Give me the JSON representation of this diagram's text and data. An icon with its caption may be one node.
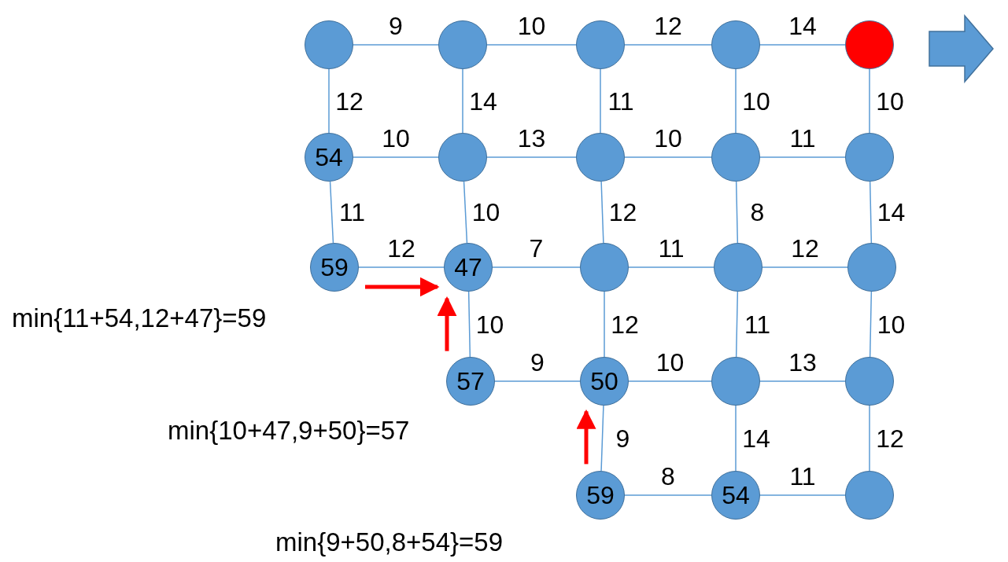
{
  "diagram": {
    "nodes": [
      {
        "text": [],
        "shape": "circle"
      },
      {
        "text": [],
        "shape": "circle"
      },
      {
        "text": [],
        "shape": "circle"
      },
      {
        "text": [],
        "shape": "circle"
      },
      {
        "text": [],
        "shape": "circle"
      },
      {
        "text": [
          "54"
        ]
      },
      {
        "text": [],
        "shape": "circle"
      },
      {
        "text": [],
        "shape": "circle"
      },
      {
        "text": [],
        "shape": "circle"
      },
      {
        "text": [],
        "shape": "circle"
      },
      {
        "text": [
          "59"
        ]
      },
      {
        "text": [
          "47"
        ]
      },
      {
        "text": [],
        "shape": "circle"
      },
      {
        "text": [],
        "shape": "circle"
      },
      {
        "text": [],
        "shape": "circle"
      },
      {
        "text": [
          "57"
        ]
      },
      {
        "text": [
          "50"
        ]
      },
      {
        "text": [],
        "shape": "circle"
      },
      {
        "text": [],
        "shape": "circle"
      },
      {
        "text": [
          "59"
        ]
      },
      {
        "text": [
          "54"
        ]
      },
      {
        "text": [],
        "shape": "circle"
      }
    ],
    "edges": [
      {
        "from": 0,
        "to": 1,
        "arrow": "none",
        "label": "9"
      },
      {
        "from": 1,
        "to": 2,
        "arrow": "none",
        "label": "10"
      },
      {
        "from": 2,
        "to": 3,
        "arrow": "none",
        "label": "12"
      },
      {
        "from": 3,
        "to": 4,
        "arrow": "none",
        "label": "14"
      },
      {
        "from": 0,
        "to": 5,
        "arrow": "none",
        "label": "12"
      },
      {
        "from": 1,
        "to": 6,
        "arrow": "none",
        "label": "14"
      },
      {
        "from": 2,
        "to": 7,
        "arrow": "none",
        "label": "11"
      },
      {
        "from": 3,
        "to": 8,
        "arrow": "none",
        "label": "10"
      },
      {
        "from": 4,
        "to": 9,
        "arrow": "none",
        "label": "10"
      },
      {
        "from": 5,
        "to": 6,
        "arrow": "none",
        "label": "10"
      },
      {
        "from": 6,
        "to": 7,
        "arrow": "none",
        "label": "13"
      },
      {
        "from": 7,
        "to": 8,
        "arrow": "none",
        "label": "10"
      },
      {
        "from": 8,
        "to": 9,
        "arrow": "none",
        "label": "11"
      },
      {
        "from": 5,
        "to": 10,
        "arrow": "none",
        "label": "11"
      },
      {
        "from": 6,
        "to": 11,
        "arrow": "none",
        "label": "10"
      },
      {
        "from": 7,
        "to": 12,
        "arrow": "none",
        "label": "12"
      },
      {
        "from": 8,
        "to": 13,
        "arrow": "none",
        "label": "8"
      },
      {
        "from": 9,
        "to": 14,
        "arrow": "none",
        "label": "14"
      },
      {
        "from": 10,
        "to": 11,
        "arrow": "none",
        "label": "12"
      },
      {
        "from": 11,
        "to": 12,
        "arrow": "none",
        "label": "7"
      },
      {
        "from": 12,
        "to": 13,
        "arrow": "none",
        "label": "11"
      },
      {
        "from": 13,
        "to": 14,
        "arrow": "none",
        "label": "12"
      },
      {
        "from": 11,
        "to": 15,
        "arrow": "none",
        "label": "10"
      },
      {
        "from": 12,
        "to": 16,
        "arrow": "none",
        "label": "12"
      },
      {
        "from": 13,
        "to": 17,
        "arrow": "none",
        "label": "11"
      },
      {
        "from": 14,
        "to": 18,
        "arrow": "none",
        "label": "10"
      },
      {
        "from": 15,
        "to": 16,
        "arrow": "none",
        "label": "9"
      },
      {
        "from": 16,
        "to": 17,
        "arrow": "none",
        "label": "10"
      },
      {
        "from": 17,
        "to": 18,
        "arrow": "none",
        "label": "13"
      },
      {
        "from": 16,
        "to": 19,
        "arrow": "none",
        "label": "9"
      },
      {
        "from": 17,
        "to": 20,
        "arrow": "none",
        "label": "14"
      },
      {
        "from": 18,
        "to": 21,
        "arrow": "none",
        "label": "12"
      },
      {
        "from": 19,
        "to": 20,
        "arrow": "none",
        "label": "8"
      },
      {
        "from": 20,
        "to": 21,
        "arrow": "none",
        "label": "11"
      },
      {
        "from": 10,
        "to": 11,
        "arrow": "to",
        "style": "thick",
        "color": "#ff0000"
      },
      {
        "from": 15,
        "to": 11,
        "arrow": "to",
        "style": "thick",
        "color": "#ff0000"
      },
      {
        "from": 19,
        "to": 16,
        "arrow": "to",
        "style": "thick",
        "color": "#ff0000"
      }
    ],
    "labels": [
      "min{11+54,12+47}=59",
      "min{10+47,9+50}=57",
      "min{9+50,8+54}=59"
    ]
  }
}
